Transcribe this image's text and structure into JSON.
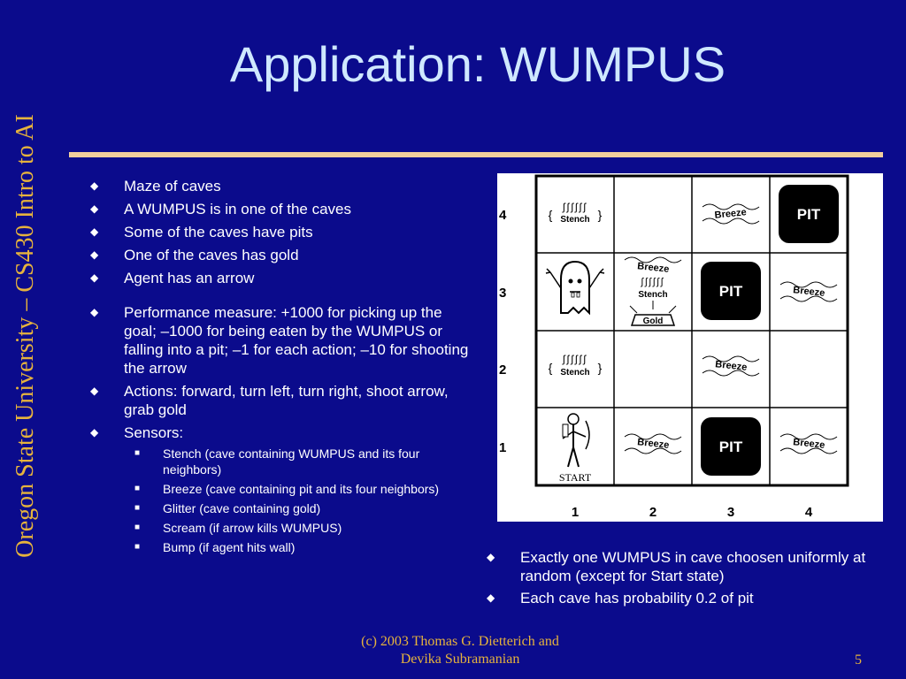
{
  "sidebar": {
    "text": "Oregon State University – CS430 Intro to AI"
  },
  "title": "Application: WUMPUS",
  "bullets": [
    "Maze of caves",
    "A WUMPUS is in one of the caves",
    "Some of the caves have pits",
    "One of the caves has gold",
    "Agent has an arrow",
    "Performance measure: +1000 for picking up the goal; –1000 for being eaten by the WUMPUS or falling into a pit; –1 for each action; –10 for shooting the arrow",
    "Actions: forward, turn left, turn right, shoot arrow, grab gold",
    "Sensors:"
  ],
  "sensors": [
    "Stench (cave containing WUMPUS and its four neighbors)",
    "Breeze (cave containing pit and its four neighbors)",
    "Glitter (cave containing gold)",
    "Scream (if arrow kills WUMPUS)",
    "Bump (if agent hits wall)"
  ],
  "grid": {
    "row_labels": [
      "4",
      "3",
      "2",
      "1"
    ],
    "col_labels": [
      "1",
      "2",
      "3",
      "4"
    ],
    "pit_label": "PIT",
    "breeze_label": "Breeze",
    "stench_label": "Stench",
    "gold_label": "Gold",
    "start_label": "START"
  },
  "right_bullets": [
    "Exactly one WUMPUS in cave choosen uniformly at random (except for Start state)",
    "Each cave has probability 0.2 of pit"
  ],
  "footer": {
    "line1": "(c) 2003 Thomas G. Dietterich and",
    "line2": "Devika Subramanian"
  },
  "page_number": "5",
  "colors": {
    "background": "#0b0b8c",
    "title": "#cfe8ff",
    "accent": "#e6b33d",
    "rule": "#f2cf9d"
  }
}
